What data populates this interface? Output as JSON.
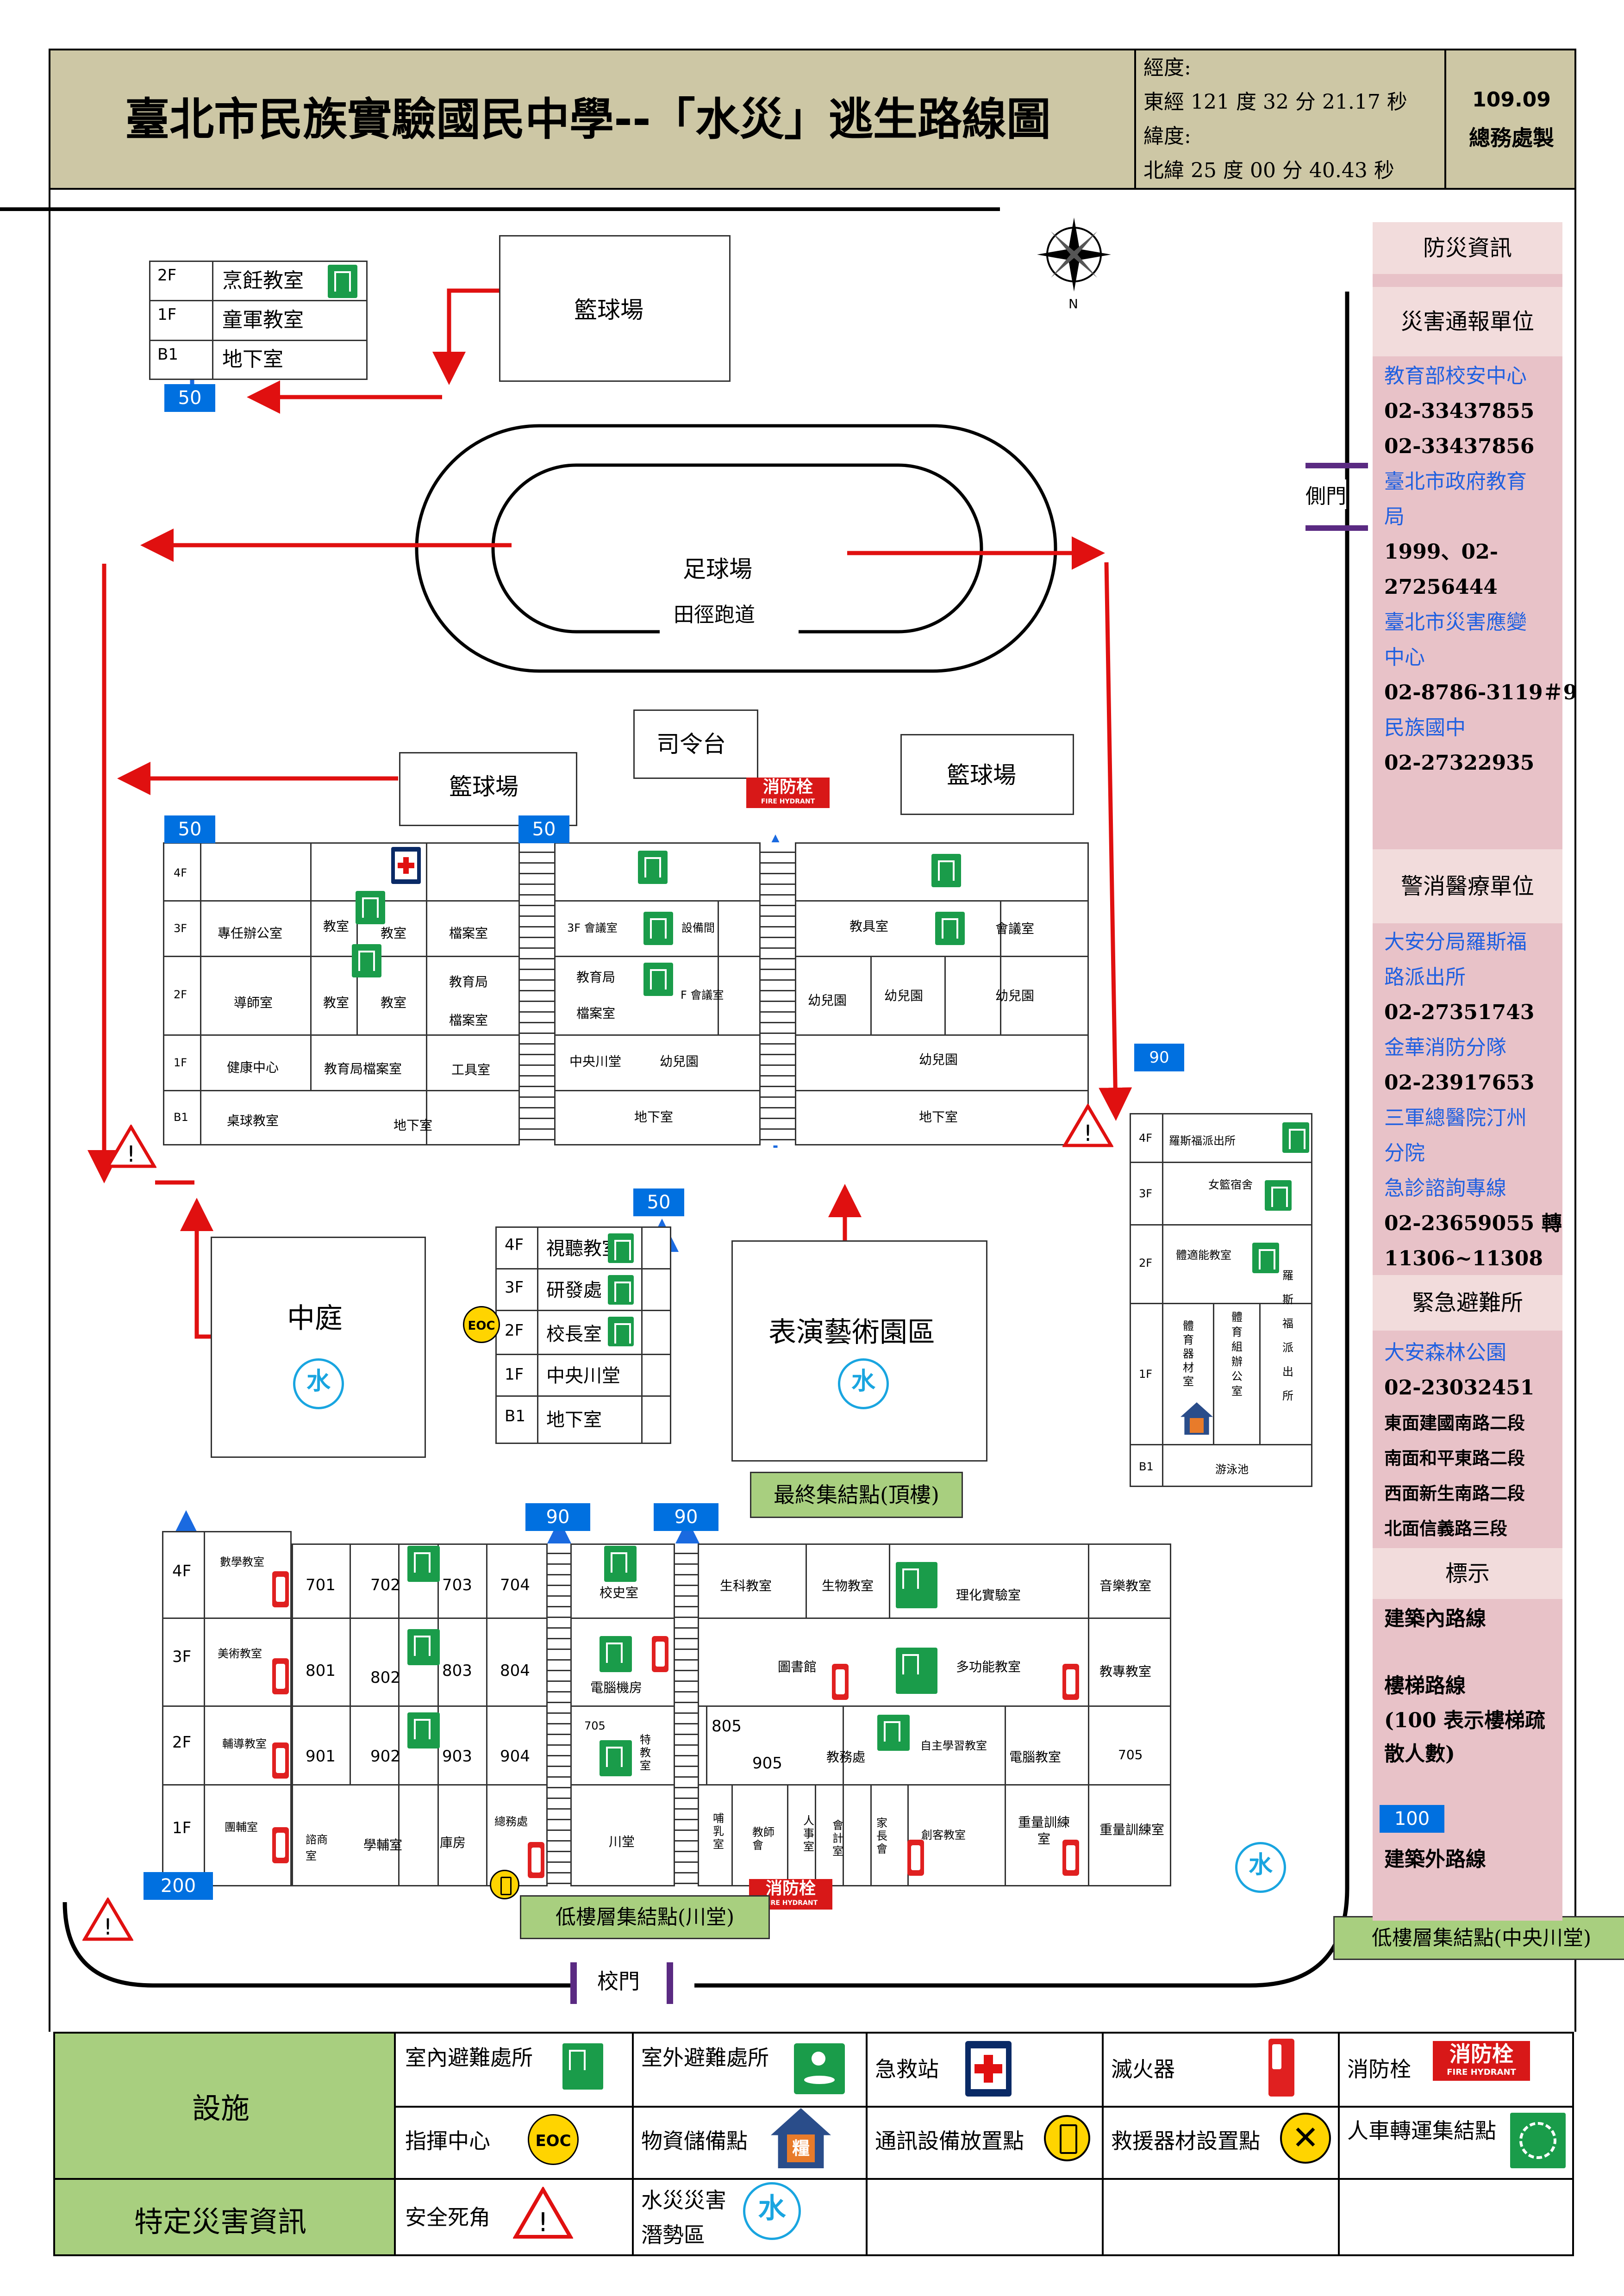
{
  "title": "臺北市民族實驗國民中學--「水災」逃生路線圖",
  "coords": {
    "lon_label": "經度:",
    "lon_value": "東經 121 度 32 分 21.17 秒",
    "lat_label": "緯度:",
    "lat_value": "北緯 25 度 00 分 40.43 秒"
  },
  "date": "109.09",
  "maker": "總務處製",
  "compass": "N",
  "sidebar": {
    "head": "防災資訊",
    "report_head": "災害通報單位",
    "report": [
      {
        "text": "教育部校安中心",
        "color": "blue"
      },
      {
        "text": "02-33437855",
        "color": "black"
      },
      {
        "text": "02-33437856",
        "color": "black"
      },
      {
        "text": "臺北市政府教育",
        "color": "blue"
      },
      {
        "text": "局",
        "color": "blue"
      },
      {
        "text": "1999、02-",
        "color": "black"
      },
      {
        "text": "27256444",
        "color": "black"
      },
      {
        "text": "臺北市災害應變",
        "color": "blue"
      },
      {
        "text": "中心",
        "color": "blue"
      },
      {
        "text": "02-8786-3119＃9",
        "color": "black"
      },
      {
        "text": "民族國中",
        "color": "blue"
      },
      {
        "text": "02-27322935",
        "color": "black"
      }
    ],
    "police_head": "警消醫療單位",
    "police": [
      {
        "text": "大安分局羅斯福",
        "color": "blue"
      },
      {
        "text": "路派出所",
        "color": "blue"
      },
      {
        "text": "02-27351743",
        "color": "black"
      },
      {
        "text": "金華消防分隊",
        "color": "blue"
      },
      {
        "text": "02-23917653",
        "color": "black"
      },
      {
        "text": "三軍總醫院汀州",
        "color": "blue"
      },
      {
        "text": "分院",
        "color": "blue"
      },
      {
        "text": "急診諮詢專線",
        "color": "blue"
      },
      {
        "text": "02-23659055 轉",
        "color": "black"
      },
      {
        "text": "11306~11308",
        "color": "black"
      }
    ],
    "shelter_head": "緊急避難所",
    "shelter": [
      {
        "text": "大安森林公園",
        "color": "blue"
      },
      {
        "text": "02-23032451",
        "color": "black"
      },
      {
        "text": "東面建國南路二段",
        "color": "black"
      },
      {
        "text": "南面和平東路二段",
        "color": "black"
      },
      {
        "text": "西面新生南路二段",
        "color": "black"
      },
      {
        "text": "北面信義路三段",
        "color": "black"
      }
    ],
    "mark_head": "標示",
    "mark_inner": "建築內路線",
    "mark_stair": "樓梯路線",
    "mark_stair_note1": "(100 表示樓梯疏",
    "mark_stair_note2": "散人數)",
    "mark_num": "100",
    "mark_outer": "建築外路線"
  },
  "places": {
    "basketball1": "籃球場",
    "basketball2": "籃球場",
    "basketball3": "籃球場",
    "soccer": "足球場",
    "track": "田徑跑道",
    "stage": "司令台",
    "courtyard": "中庭",
    "performance": "表演藝術園區",
    "final_assembly": "最終集結點(頂樓)",
    "low_assembly1": "低樓層集結點(川堂)",
    "low_assembly2": "低樓層集結點(中央川堂)",
    "side_gate": "側門",
    "main_gate": "校門",
    "eoc": "EOC",
    "water": "水"
  },
  "nw_building": {
    "floors": [
      "2F",
      "1F",
      "B1"
    ],
    "rooms": [
      "烹飪教室",
      "童軍教室",
      "地下室"
    ],
    "count": "50"
  },
  "north_building": {
    "floors": [
      "4F",
      "3F",
      "2F",
      "1F",
      "B1"
    ],
    "counts": [
      "50",
      "50"
    ],
    "rooms": {
      "r3_1": "專任辦公室",
      "r3_2": "教室",
      "r3_3": "教室",
      "r3_4": "檔案室",
      "r3_5": "3F 會議室",
      "r3_6": "設備間",
      "r3_7": "教具室",
      "r3_8": "會議室",
      "r2_1": "導師室",
      "r2_2": "教室",
      "r2_3": "教室",
      "r2_4": "教育局",
      "r2_5": "檔案室",
      "r2_6": "教育局",
      "r2_7": "檔案室",
      "r2_8": "F 會議室",
      "r2_9": "幼兒園",
      "r2_10": "幼兒園",
      "r2_11": "幼兒園",
      "r1_1": "健康中心",
      "r1_2": "教育局檔案室",
      "r1_3": "工具室",
      "r1_4": "中央川堂",
      "r1_5": "幼兒園",
      "r1_6": "幼兒園",
      "b1_1": "桌球教室",
      "b1_2": "地下室",
      "b1_3": "地下室",
      "b1_4": "地下室"
    }
  },
  "center_building": {
    "count": "50",
    "floors": [
      "4F",
      "3F",
      "2F",
      "1F",
      "B1"
    ],
    "rooms": [
      "視聽教室",
      "研發處",
      "校長室",
      "中央川堂",
      "地下室"
    ]
  },
  "east_building": {
    "count": "90",
    "floors": [
      "4F",
      "3F",
      "2F",
      "1F",
      "B1"
    ],
    "rooms": {
      "f4": "羅斯福派出所",
      "f3": "女籃宿舍",
      "f2": "體適能教室",
      "f1_a": "體育器材室",
      "f1_b": "體育組辦公室",
      "f1_c": "羅斯福派出所",
      "b1": "游泳池"
    }
  },
  "south_building": {
    "counts": [
      "90",
      "90",
      "200"
    ],
    "floors": [
      "4F",
      "3F",
      "2F",
      "1F"
    ],
    "rooms": {
      "w4": "數學教室",
      "w3": "美術教室",
      "w2": "輔導教室",
      "w1": "團輔室",
      "c701": "701",
      "c702": "702",
      "c703": "703",
      "c704": "704",
      "c801": "801",
      "c802": "802",
      "c803": "803",
      "c804": "804",
      "c901": "901",
      "c902": "902",
      "c903": "903",
      "c904": "904",
      "sh": "校史室",
      "pc": "電腦機房",
      "c705": "705",
      "tj": "特教室",
      "ct": "川堂",
      "zs": "諮商室",
      "xf": "學輔室",
      "kf": "庫房",
      "zwc": "總務處",
      "bio1": "生科教室",
      "bio2": "生物教室",
      "lab": "理化實驗室",
      "music": "音樂教室",
      "lib": "圖書館",
      "multi": "多功能教室",
      "sp": "教專教室",
      "c805": "805",
      "c905": "905",
      "jw": "教務處",
      "zz": "自主學習教室",
      "pc2": "電腦教室",
      "c705b": "705",
      "bru": "哺乳室",
      "jsh": "教師會",
      "rs": "人事室",
      "kj": "會計室",
      "jz": "家長會",
      "ck": "創客教室",
      "wt1": "重量訓練室",
      "wt2": "重量訓練室"
    }
  },
  "hydrant": {
    "text": "消防栓",
    "sub": "FIRE HYDRANT"
  },
  "legend": {
    "facilities": "設施",
    "special": "特定災害資訊",
    "indoor": "室內避難處所",
    "outdoor": "室外避難處所",
    "firstaid": "急救站",
    "extinguisher": "滅火器",
    "hydrant": "消防栓",
    "command": "指揮中心",
    "supplies": "物資儲備點",
    "supplies_icon": "糧",
    "comm": "通訊設備放置點",
    "rescue": "救援器材設置點",
    "transfer": "人車轉運集結點",
    "deadzone": "安全死角",
    "flood1": "水災災害",
    "flood2": "潛勢區"
  },
  "colors": {
    "header_bg": "#cdc7a5",
    "sidebar_bg": "#e8c2c8",
    "legend_bg": "#a8cf7f",
    "route_red": "#e01010",
    "route_blue": "#1a6ae0",
    "route_green": "#1aa03a"
  }
}
